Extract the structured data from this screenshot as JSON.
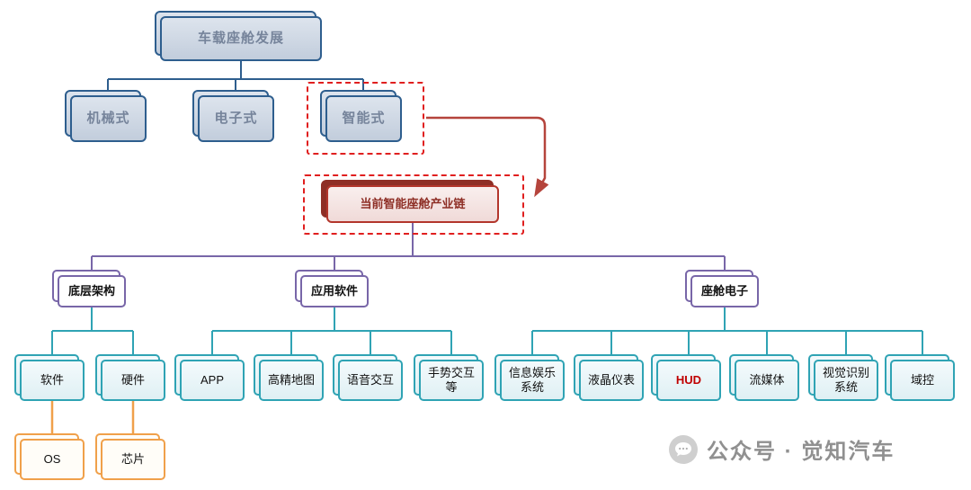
{
  "diagram": {
    "root": {
      "label": "车载座舱发展"
    },
    "level2": [
      {
        "label": "机械式"
      },
      {
        "label": "电子式"
      },
      {
        "label": "智能式"
      }
    ],
    "chain": {
      "label": "当前智能座舱产业链"
    },
    "branches": [
      {
        "label": "底层架构",
        "children": [
          {
            "label": "软件"
          },
          {
            "label": "硬件"
          }
        ]
      },
      {
        "label": "应用软件",
        "children": [
          {
            "label": "APP"
          },
          {
            "label": "高精地图"
          },
          {
            "label": "语音交互"
          },
          {
            "label": "手势交互等"
          }
        ]
      },
      {
        "label": "座舱电子",
        "children": [
          {
            "label": "信息娱乐系统"
          },
          {
            "label": "液晶仪表"
          },
          {
            "label": "HUD"
          },
          {
            "label": "流媒体"
          },
          {
            "label": "视觉识别系统"
          },
          {
            "label": "域控"
          }
        ]
      }
    ],
    "base_children": [
      {
        "label": "OS"
      },
      {
        "label": "芯片"
      }
    ]
  },
  "watermark": {
    "text": "公众号 · 觉知汽车"
  },
  "colors": {
    "navy": "#2E5E8E",
    "chain_red": "#B3362C",
    "dashed_red": "#E01F1F",
    "arrow_red": "#B5443C",
    "purple": "#7866A8",
    "teal": "#2FA3B4",
    "orange": "#F0A04A",
    "hud_text": "#C00000",
    "watermark_gray": "#909090"
  }
}
